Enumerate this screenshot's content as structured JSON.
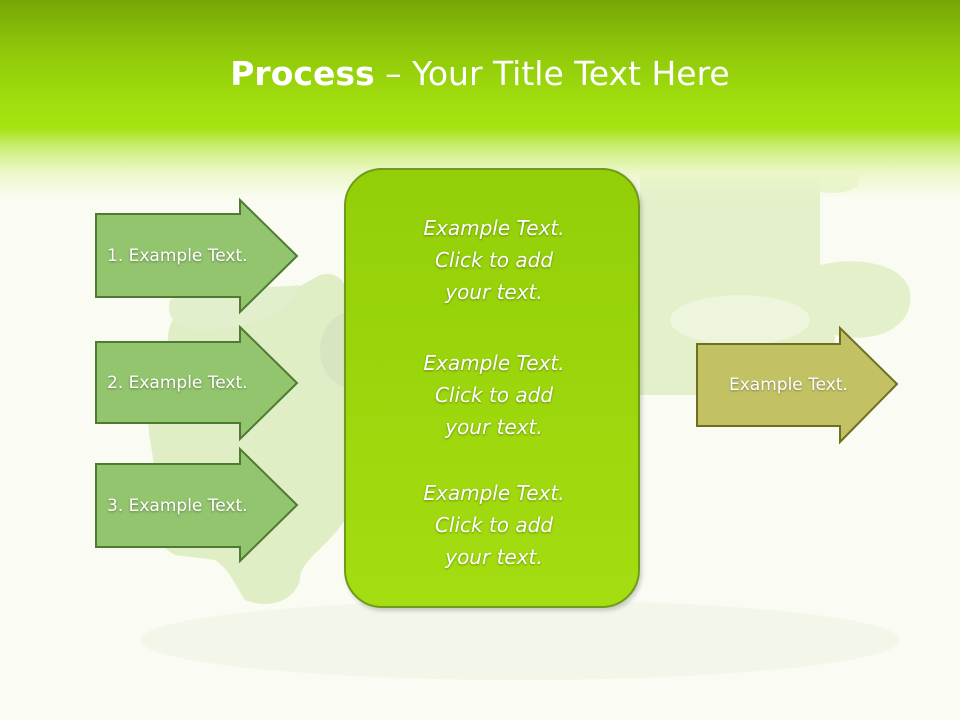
{
  "slide": {
    "title_strong": "Process",
    "title_rest": " – Your Title Text Here"
  },
  "left_arrows": [
    {
      "label": "1. Example Text."
    },
    {
      "label": "2. Example Text."
    },
    {
      "label": "3. Example Text."
    }
  ],
  "center_box": {
    "blocks": [
      {
        "lines": [
          "Example Text.",
          "Click  to add",
          "your text."
        ]
      },
      {
        "lines": [
          "Example Text.",
          "Click  to add",
          "your text."
        ]
      },
      {
        "lines": [
          "Example Text.",
          "Click  to add",
          "your text."
        ]
      }
    ]
  },
  "right_arrow": {
    "label": "Example Text."
  },
  "colors": {
    "header_green": "#a3e10e",
    "left_arrow_fill": "#93c46e",
    "left_arrow_border": "#4f7a32",
    "center_fill": "#a0da0e",
    "center_border": "#6f9a1a",
    "right_arrow_fill": "#c2c265",
    "right_arrow_border": "#6f6f22"
  },
  "background": {
    "image": "puzzle-pieces"
  }
}
